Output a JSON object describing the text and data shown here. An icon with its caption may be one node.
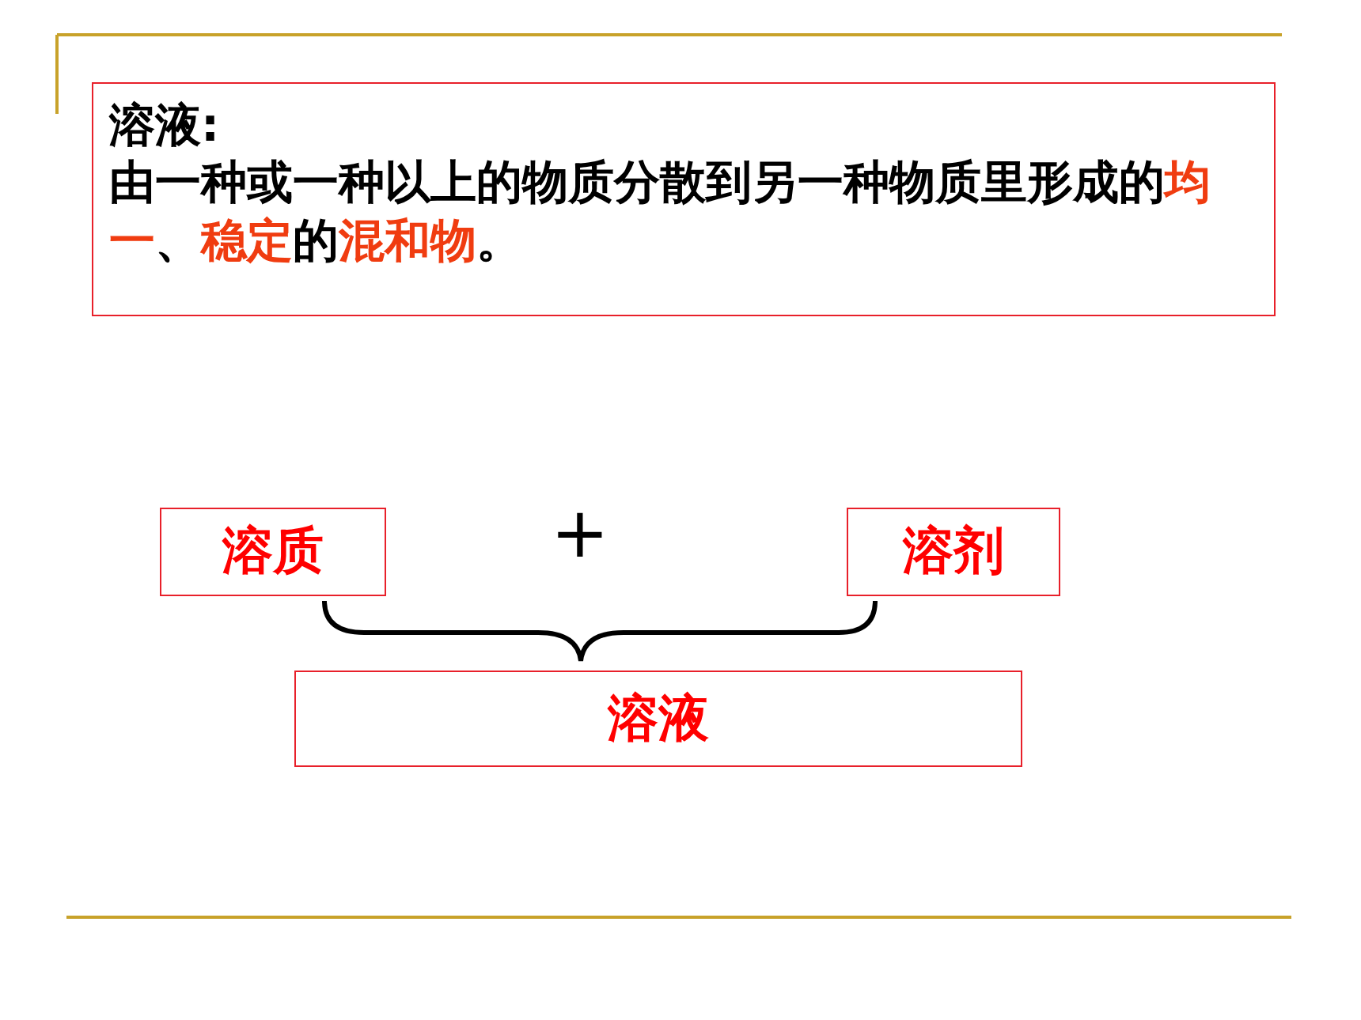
{
  "diagram": {
    "nodes": [
      {
        "text": [
          "溶液:",
          "由一种或一种以上的物质分散到另一种物质里形成的**均一**、**稳定**的**混和物**。"
        ]
      },
      {
        "text": [
          "溶质"
        ]
      },
      {
        "text": [
          "溶剂"
        ]
      },
      {
        "text": [
          "溶液"
        ]
      }
    ],
    "labels": [
      "+"
    ]
  }
}
